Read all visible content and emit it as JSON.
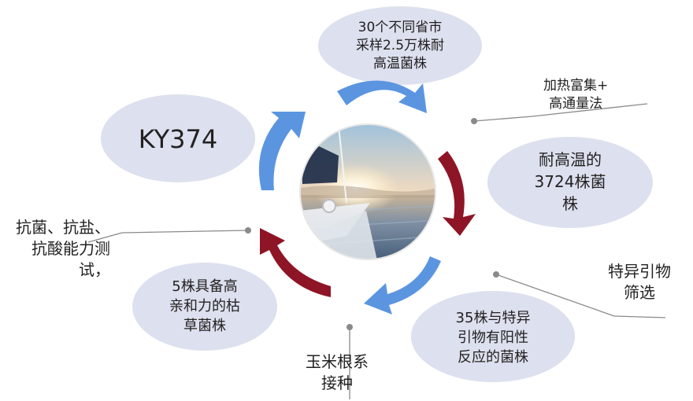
{
  "nodes": {
    "top": {
      "lines": [
        "30个不同省市",
        "采样2.5万株耐",
        "高温菌株"
      ]
    },
    "center_left": {
      "lines": [
        "KY374"
      ]
    },
    "right": {
      "lines": [
        "耐高温的",
        "3724株菌",
        "株"
      ]
    },
    "bottom_right": {
      "lines": [
        "35株与特异",
        "引物有阳性",
        "反应的菌株"
      ]
    },
    "bottom_left": {
      "lines": [
        "5株具备高",
        "亲和力的枯",
        "草菌株"
      ]
    }
  },
  "labels": {
    "enrich": [
      "加热富集+",
      "高通量法"
    ],
    "primer_screen": [
      "特异引物",
      "筛选"
    ],
    "corn_inoculation": [
      "玉米根系",
      "接种"
    ],
    "tests": [
      "抗菌、抗盐、",
      "抗酸能力测",
      "试，"
    ]
  },
  "colors": {
    "ellipse_fill": "#dde0ee",
    "arrow_blue": "#5b95e0",
    "arrow_red": "#8e1526",
    "leader_line": "#8a8a8a"
  },
  "center_image": {
    "subject": "sailboat-sunset-photo"
  }
}
